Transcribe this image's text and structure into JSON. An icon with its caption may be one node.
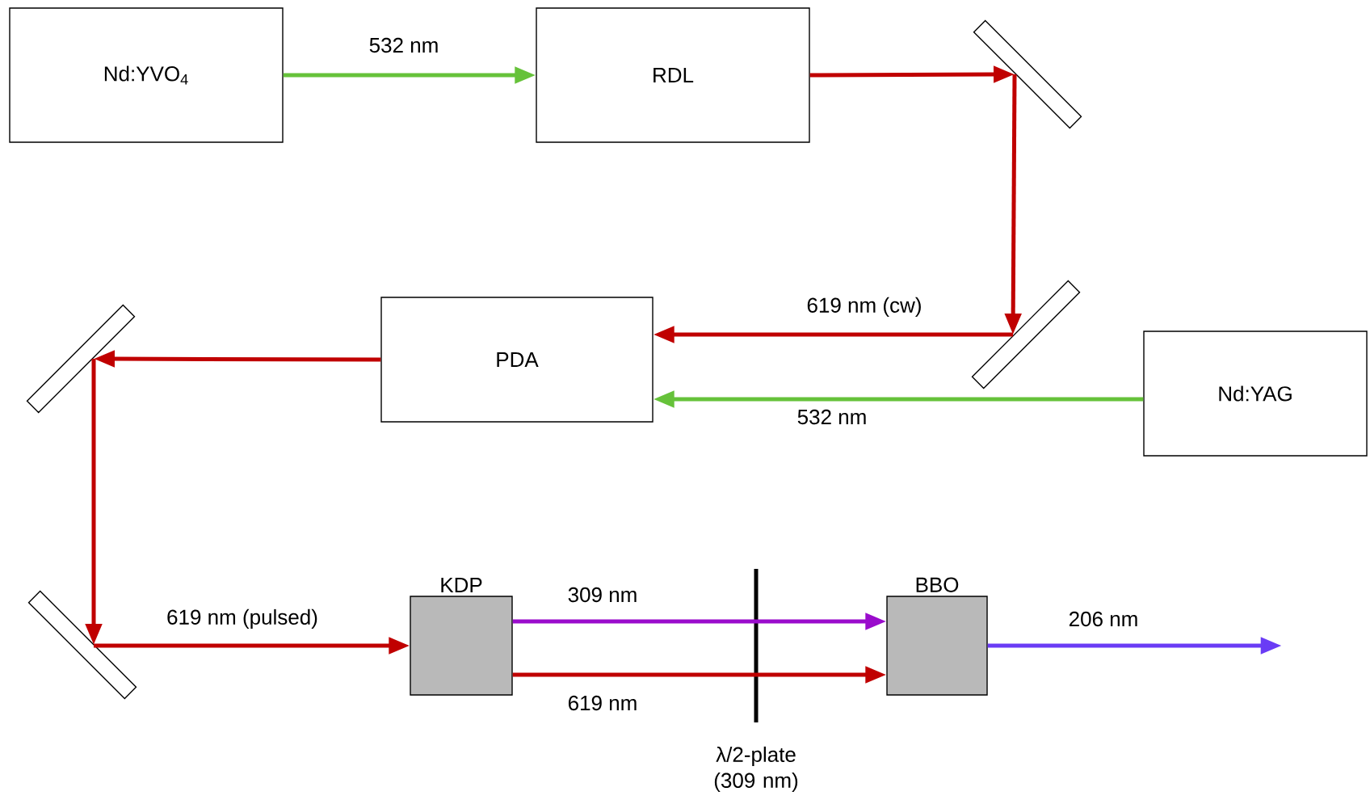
{
  "diagram": {
    "nodes": [
      {
        "text": [
          "Nd:YVO$_{4}$"
        ]
      },
      {
        "text": [
          "RDL"
        ]
      },
      {
        "text": [],
        "shape": "bar"
      },
      {
        "text": [],
        "shape": "bar"
      },
      {
        "text": [
          "PDA"
        ]
      },
      {
        "text": [
          "Nd:YAG"
        ]
      },
      {
        "text": [],
        "shape": "bar"
      },
      {
        "text": [],
        "shape": "bar"
      },
      {
        "text": [
          "KDP"
        ]
      },
      {
        "text": [
          "BBO"
        ]
      },
      {
        "text": [
          "λ/2-plate (309 nm)"
        ]
      }
    ],
    "edges": [
      {
        "from": 0,
        "to": 1,
        "arrow": "to",
        "label": "532 nm",
        "color": "#66c23a"
      },
      {
        "from": 1,
        "to": 2,
        "arrow": "to"
      },
      {
        "from": 2,
        "to": 3,
        "arrow": "to"
      },
      {
        "from": 3,
        "to": 4,
        "arrow": "to",
        "label": "619 nm (cw)"
      },
      {
        "from": 5,
        "to": 4,
        "arrow": "to",
        "label": "532 nm",
        "color": "#66c23a"
      },
      {
        "from": 4,
        "to": 6,
        "arrow": "to"
      },
      {
        "from": 6,
        "to": 7,
        "arrow": "to"
      },
      {
        "from": 7,
        "to": 8,
        "arrow": "to",
        "label": "619 nm (pulsed)"
      },
      {
        "from": 8,
        "to": 9,
        "arrow": "to",
        "label": "309 nm",
        "color": "#9a0ccc"
      },
      {
        "from": 8,
        "to": 9,
        "arrow": "to",
        "label": "619 nm"
      },
      {
        "from": 9,
        "to": null,
        "arrow": "to",
        "label": "206 nm",
        "color": "#6a3cf5"
      }
    ]
  }
}
